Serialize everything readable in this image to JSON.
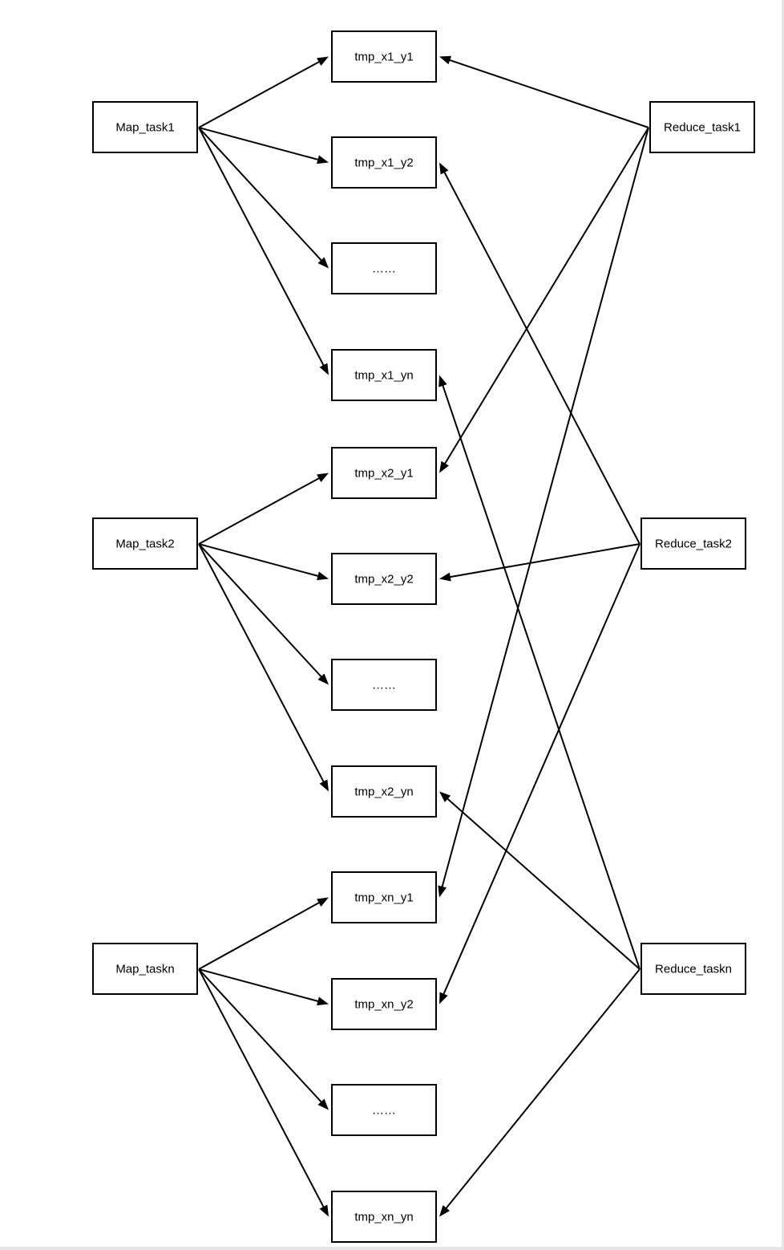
{
  "diagram": {
    "map_tasks": [
      {
        "id": "map1",
        "label": "Map_task1"
      },
      {
        "id": "map2",
        "label": "Map_task2"
      },
      {
        "id": "mapn",
        "label": "Map_taskn"
      }
    ],
    "reduce_tasks": [
      {
        "id": "red1",
        "label": "Reduce_task1"
      },
      {
        "id": "red2",
        "label": "Reduce_task2"
      },
      {
        "id": "redn",
        "label": "Reduce_taskn"
      }
    ],
    "tmp_files": [
      {
        "id": "t_x1_y1",
        "label": "tmp_x1_y1"
      },
      {
        "id": "t_x1_y2",
        "label": "tmp_x1_y2"
      },
      {
        "id": "t_x1_dots",
        "label": "……"
      },
      {
        "id": "t_x1_yn",
        "label": "tmp_x1_yn"
      },
      {
        "id": "t_x2_y1",
        "label": "tmp_x2_y1"
      },
      {
        "id": "t_x2_y2",
        "label": "tmp_x2_y2"
      },
      {
        "id": "t_x2_dots",
        "label": "……"
      },
      {
        "id": "t_x2_yn",
        "label": "tmp_x2_yn"
      },
      {
        "id": "t_xn_y1",
        "label": "tmp_xn_y1"
      },
      {
        "id": "t_xn_y2",
        "label": "tmp_xn_y2"
      },
      {
        "id": "t_xn_dots",
        "label": "……"
      },
      {
        "id": "t_xn_yn",
        "label": "tmp_xn_yn"
      }
    ],
    "edges": [
      {
        "from": "map1",
        "to": "t_x1_y1"
      },
      {
        "from": "map1",
        "to": "t_x1_y2"
      },
      {
        "from": "map1",
        "to": "t_x1_dots"
      },
      {
        "from": "map1",
        "to": "t_x1_yn"
      },
      {
        "from": "map2",
        "to": "t_x2_y1"
      },
      {
        "from": "map2",
        "to": "t_x2_y2"
      },
      {
        "from": "map2",
        "to": "t_x2_dots"
      },
      {
        "from": "map2",
        "to": "t_x2_yn"
      },
      {
        "from": "mapn",
        "to": "t_xn_y1"
      },
      {
        "from": "mapn",
        "to": "t_xn_y2"
      },
      {
        "from": "mapn",
        "to": "t_xn_dots"
      },
      {
        "from": "mapn",
        "to": "t_xn_yn"
      },
      {
        "from": "red1",
        "to": "t_x1_y1"
      },
      {
        "from": "red1",
        "to": "t_x2_y1"
      },
      {
        "from": "red1",
        "to": "t_xn_y1"
      },
      {
        "from": "red2",
        "to": "t_x1_y2"
      },
      {
        "from": "red2",
        "to": "t_x2_y2"
      },
      {
        "from": "red2",
        "to": "t_xn_y2"
      },
      {
        "from": "redn",
        "to": "t_x1_yn"
      },
      {
        "from": "redn",
        "to": "t_x2_yn"
      },
      {
        "from": "redn",
        "to": "t_xn_yn"
      }
    ]
  }
}
